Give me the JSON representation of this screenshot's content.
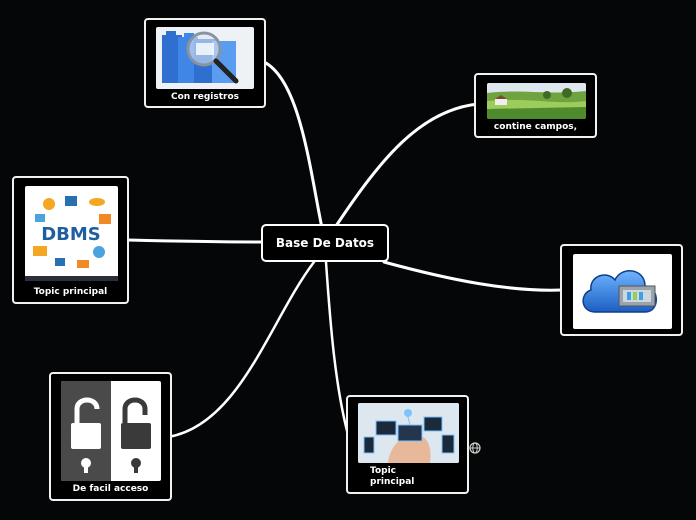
{
  "central": {
    "label": "Base De Datos"
  },
  "nodes": {
    "registros": {
      "label": "Con registros",
      "image": "magnifier-over-folders"
    },
    "campos": {
      "label": "contine campos,",
      "image": "green-countryside-fields"
    },
    "cloud": {
      "image": "cloud-database-drawer"
    },
    "dbms": {
      "label": "Topic principal",
      "image_text": "DBMS",
      "image": "dbms-infographic"
    },
    "acceso": {
      "label": "De facil acceso",
      "image": "open-and-closed-padlocks"
    },
    "devices": {
      "label": "Topic principal",
      "image": "hand-with-connected-devices"
    }
  },
  "colors": {
    "background": "#050607",
    "line": "#ffffff",
    "border": "#f2f2f2"
  },
  "icons": {
    "link": "globe-icon"
  }
}
